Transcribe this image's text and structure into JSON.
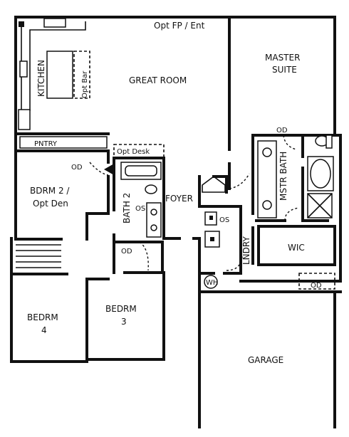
{
  "rooms": {
    "opt_fp_ent": "Opt FP / Ent",
    "kitchen": "KITCHEN",
    "opt_bar": "Opt Bar",
    "great_room": "GREAT ROOM",
    "master_suite_line1": "MASTER",
    "master_suite_line2": "SUITE",
    "pantry": "PNTRY",
    "opt_desk": "Opt Desk",
    "bedrm2_line1": "BDRM 2 /",
    "bedrm2_line2": "Opt Den",
    "bath2": "BATH 2",
    "foyer": "FOYER",
    "master_bath": "MSTR BATH",
    "laundry": "LNDRY",
    "wic": "WIC",
    "bedrm4_line1": "BEDRM",
    "bedrm4_line2": "4",
    "bedrm3_line1": "BEDRM",
    "bedrm3_line2": "3",
    "garage": "GARAGE"
  },
  "labels": {
    "od_master": "OD",
    "od_bdrm2": "OD",
    "od_bath2_closet": "OD",
    "od_garage": "OD",
    "os_bath2": "OS",
    "os_laundry": "OS",
    "water_heater": "WH"
  }
}
